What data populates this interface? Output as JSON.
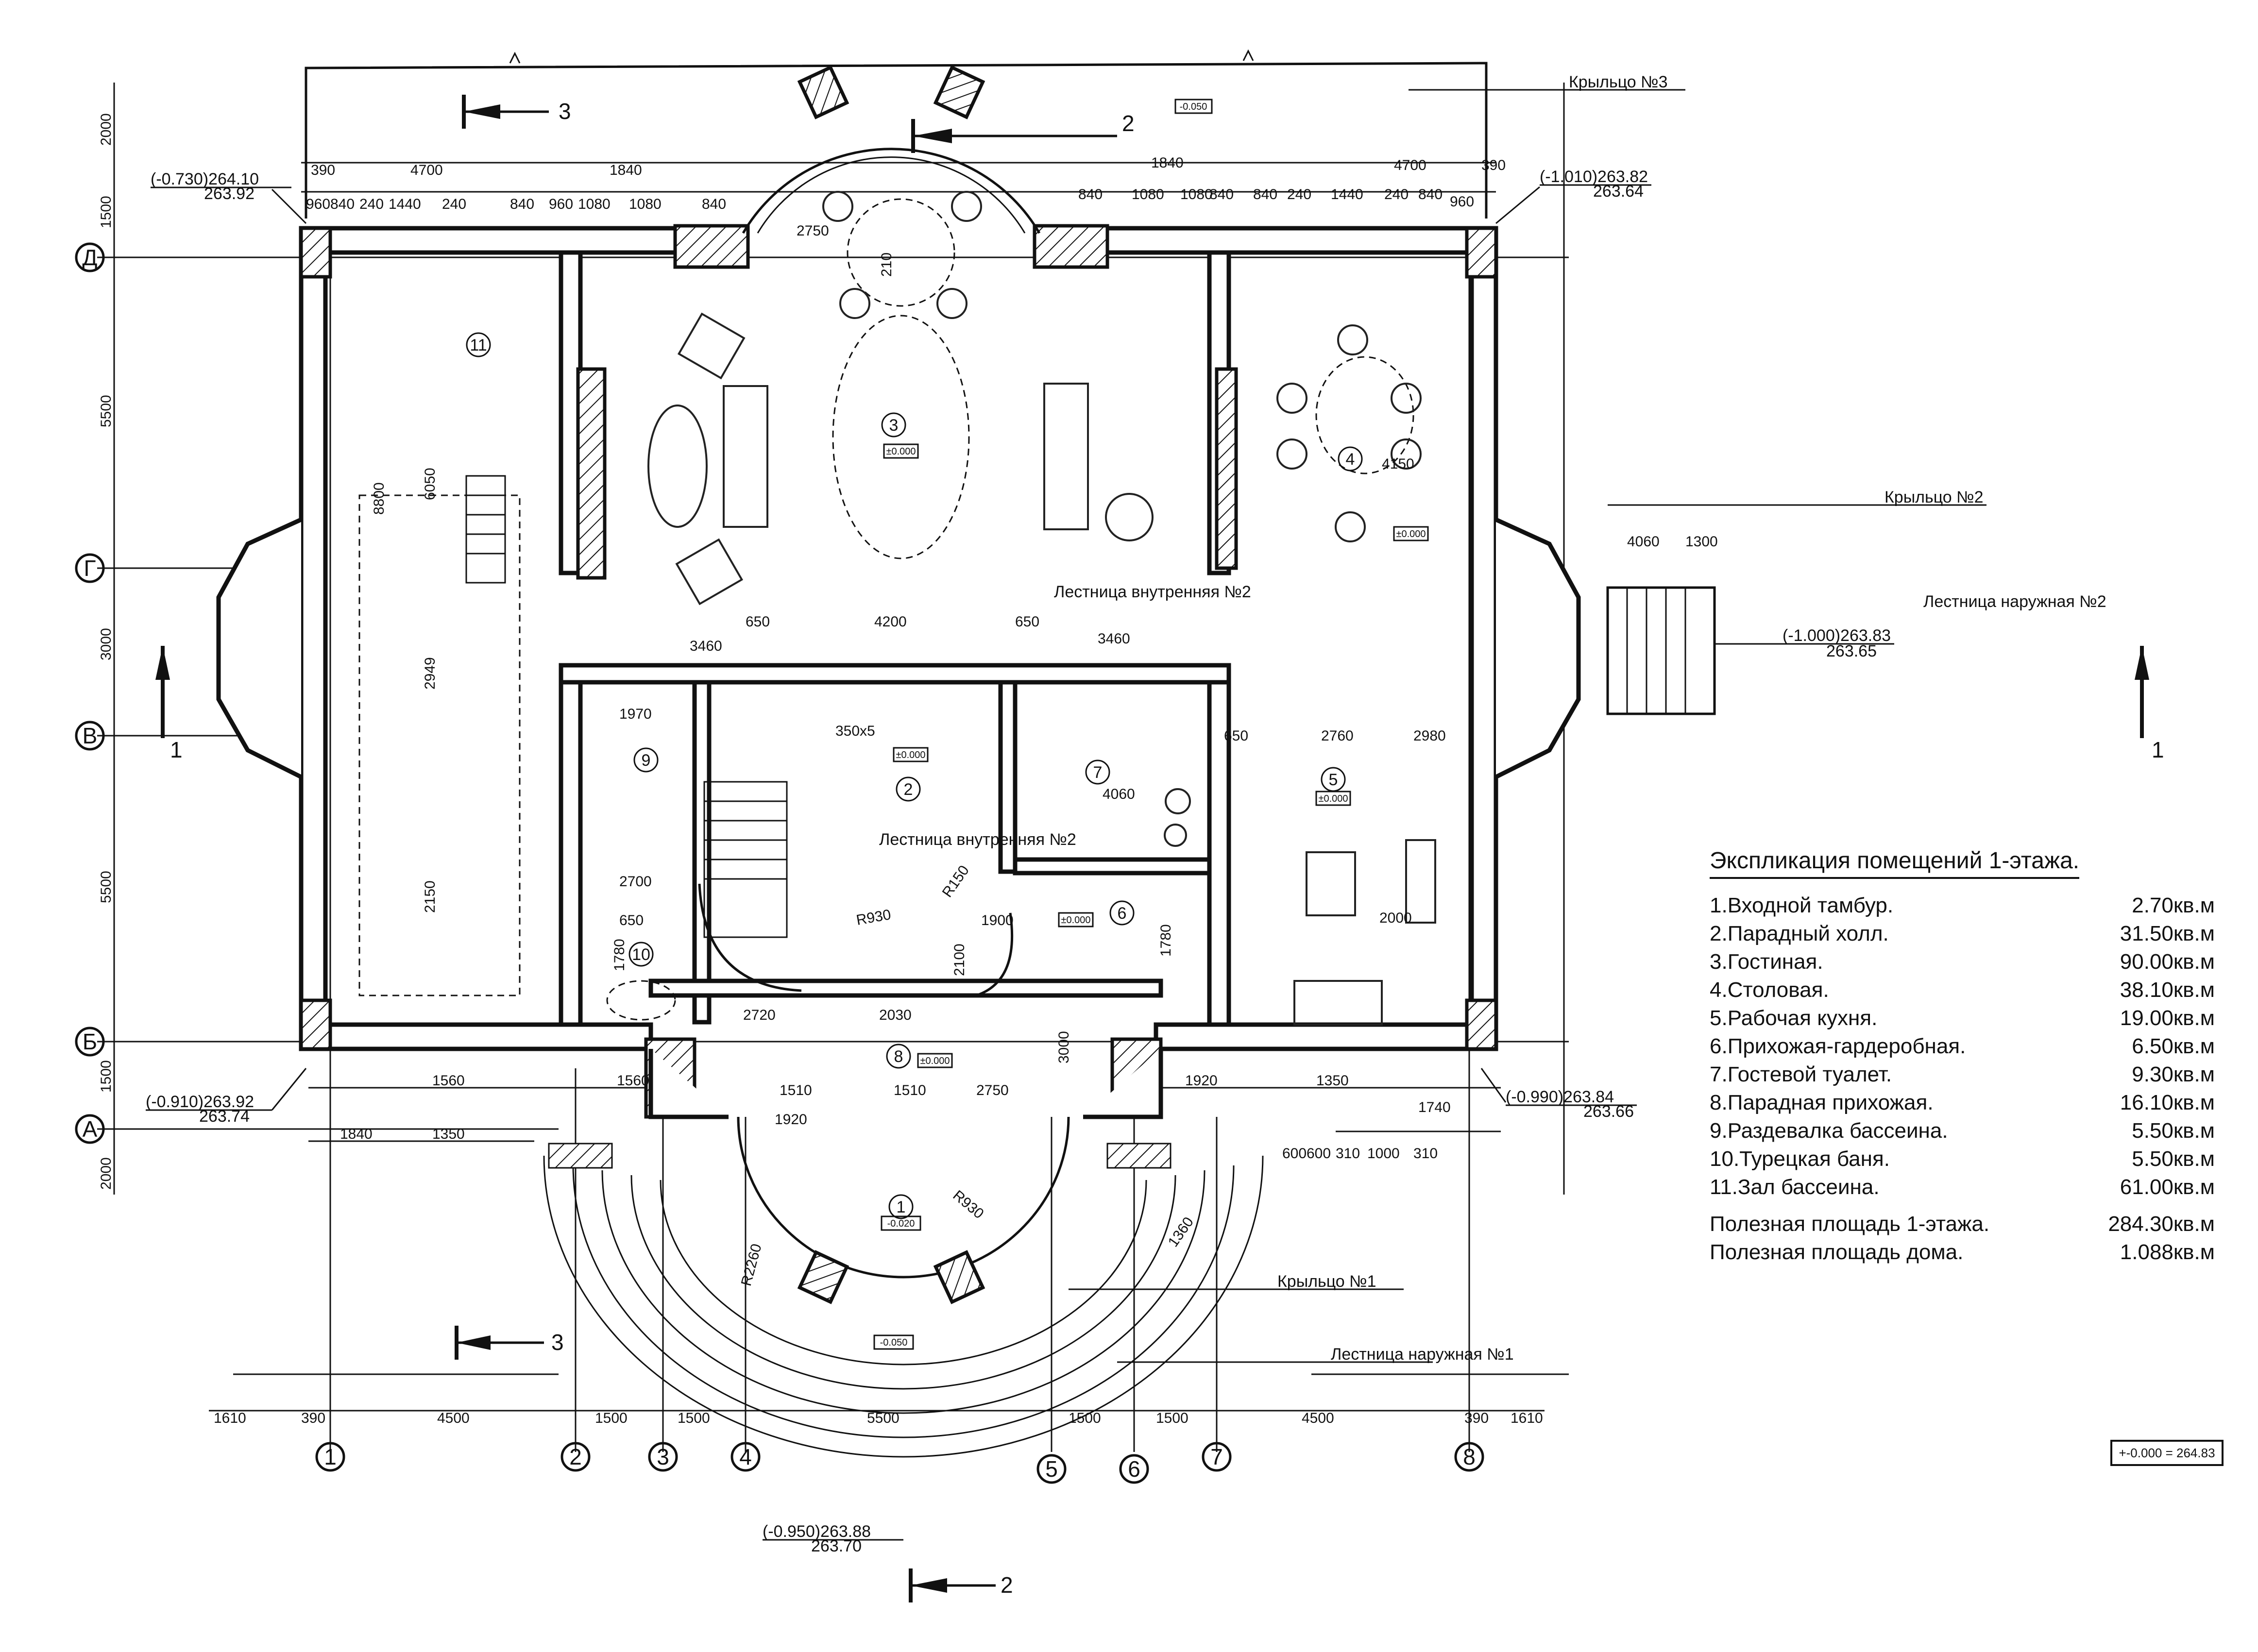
{
  "axes": {
    "numeric": [
      "1",
      "2",
      "3",
      "4",
      "5",
      "6",
      "7",
      "8"
    ],
    "letters": [
      "Д",
      "Г",
      "В",
      "Б",
      "А"
    ]
  },
  "sections": {
    "s1_left": "1",
    "s1_right": "1",
    "s2_top": "2",
    "s2_bottom": "2",
    "s3_top": "3",
    "s3_bottom": "3"
  },
  "porches": {
    "p1": "Крыльцо №1",
    "p2": "Крыльцо №2",
    "p3": "Крыльцо №3"
  },
  "stairs": {
    "internal_top": "Лестница внутренняя №2",
    "internal_mid": "Лестница внутренняя №2",
    "external2": "Лестница наружная №2",
    "external1": "Лестница наружная №1"
  },
  "levels": {
    "tl": "(-0.730)264.10",
    "tl2": "263.92",
    "tr": "(-1.010)263.82",
    "tr2": "263.64",
    "bl": "(-0.910)263.92",
    "bl2": "263.74",
    "br": "(-0.990)263.84",
    "br2": "263.66",
    "r": "(-1.000)263.83",
    "r2": "263.65",
    "bc": "(-0.950)263.88",
    "bc2": "263.70",
    "zero": "±0.000",
    "top_porch": "-0.050",
    "bottom_porch": "-0.050",
    "tambour": "-0.020"
  },
  "room_numbers": [
    "1",
    "2",
    "3",
    "4",
    "5",
    "6",
    "7",
    "8",
    "9",
    "10",
    "11"
  ],
  "dims": {
    "top_row1": [
      "390",
      "4700",
      "1840",
      "1840",
      "4700",
      "390"
    ],
    "top_row2": [
      "960",
      "840",
      "240",
      "1440",
      "240",
      "840",
      "960",
      "1080",
      "1080",
      "840",
      "840",
      "1080",
      "1080",
      "840",
      "840",
      "240",
      "1440",
      "240",
      "840",
      "960"
    ],
    "bot_row": [
      "1610",
      "390",
      "4500",
      "1500",
      "1500",
      "5500",
      "1500",
      "1500",
      "4500",
      "390",
      "1610"
    ],
    "left_col": [
      "2000",
      "1500",
      "5500",
      "3000",
      "5500",
      "1500",
      "2000"
    ],
    "misc": [
      "2750",
      "210",
      "3460",
      "4200",
      "3460",
      "650",
      "650",
      "2760",
      "650",
      "2980",
      "4060",
      "2000",
      "1510",
      "1510",
      "2750",
      "1920",
      "1560",
      "1560",
      "1920",
      "1350",
      "1840",
      "1350",
      "1740",
      "310",
      "600",
      "600",
      "310",
      "1000",
      "R2260",
      "R930",
      "R930",
      "R150",
      "1360",
      "1900",
      "2100",
      "3000",
      "2030",
      "2720",
      "1780",
      "1970",
      "2700",
      "1780",
      "650",
      "350x5",
      "1300",
      "4060",
      "4150",
      "6050",
      "8800",
      "2150",
      "2949"
    ]
  },
  "legend": {
    "title": "Экспликация помещений 1-этажа.",
    "rooms": [
      {
        "name": "1.Входной тамбур.",
        "area": "2.70кв.м"
      },
      {
        "name": "2.Парадный холл.",
        "area": "31.50кв.м"
      },
      {
        "name": "3.Гостиная.",
        "area": "90.00кв.м"
      },
      {
        "name": "4.Столовая.",
        "area": "38.10кв.м"
      },
      {
        "name": "5.Рабочая кухня.",
        "area": "19.00кв.м"
      },
      {
        "name": "6.Прихожая-гардеробная.",
        "area": "6.50кв.м"
      },
      {
        "name": "7.Гостевой туалет.",
        "area": "9.30кв.м"
      },
      {
        "name": "8.Парадная прихожая.",
        "area": "16.10кв.м"
      },
      {
        "name": "9.Раздевалка бассеина.",
        "area": "5.50кв.м"
      },
      {
        "name": "10.Турецкая баня.",
        "area": "5.50кв.м"
      },
      {
        "name": "11.Зал бассеина.",
        "area": "61.00кв.м"
      }
    ],
    "total1_label": "Полезная площадь 1-этажа.",
    "total1_value": "284.30кв.м",
    "total2_label": "Полезная площадь дома.",
    "total2_value": "1.088кв.м"
  },
  "elevation_note": "+-0.000 = 264.83"
}
